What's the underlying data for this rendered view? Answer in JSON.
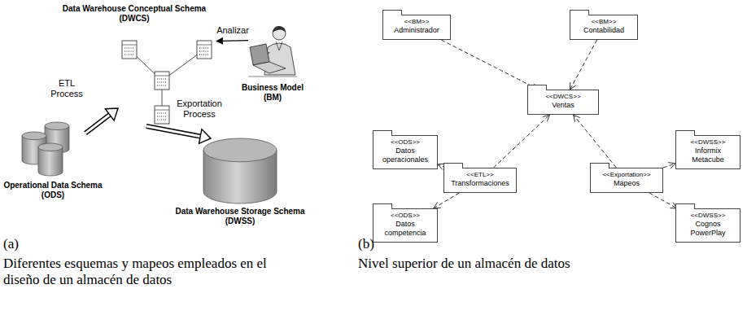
{
  "diagram": {
    "nodes": [
      {
        "text": [
          "Data Warehouse Conceptual Schema",
          "(DWCS)"
        ]
      },
      {
        "text": [
          "Business Model",
          "(BM)"
        ]
      },
      {
        "text": [
          "Operational Data Schema",
          "(ODS)"
        ]
      },
      {
        "text": [
          "Data Warehouse Storage Schema",
          "(DWSS)"
        ]
      },
      {
        "text": [
          "<<BM>>",
          "Administrador"
        ]
      },
      {
        "text": [
          "<<BM>>",
          "Contabilidad"
        ]
      },
      {
        "text": [
          "<<DWCS>>",
          "Ventas"
        ]
      },
      {
        "text": [
          "<<ODS>>",
          "Datos operacionales"
        ]
      },
      {
        "text": [
          "<<ETL>>",
          "Transformaciones"
        ]
      },
      {
        "text": [
          "<<ODS>>",
          "Datos competencia"
        ]
      },
      {
        "text": [
          "<<Exportation>>",
          "Mapeos"
        ]
      },
      {
        "text": [
          "<<DWSS>>",
          "Informix Metacube"
        ]
      },
      {
        "text": [
          "<<DWSS>>",
          "Cognos PowerPlay"
        ]
      }
    ],
    "edges": [
      {
        "from": 1,
        "to": 0,
        "arrow": "to",
        "label": "Analizar"
      },
      {
        "from": 2,
        "to": 0,
        "arrow": "to",
        "label": "ETL Process"
      },
      {
        "from": 0,
        "to": 3,
        "arrow": "to",
        "label": "Exportation Process"
      },
      {
        "from": 4,
        "to": 6,
        "arrow": "to"
      },
      {
        "from": 5,
        "to": 6,
        "arrow": "to"
      },
      {
        "from": 8,
        "to": 6,
        "arrow": "to"
      },
      {
        "from": 10,
        "to": 6,
        "arrow": "to"
      },
      {
        "from": 8,
        "to": 7,
        "arrow": "to"
      },
      {
        "from": 8,
        "to": 9,
        "arrow": "to"
      },
      {
        "from": 10,
        "to": 11,
        "arrow": "to"
      },
      {
        "from": 10,
        "to": 12,
        "arrow": "to"
      }
    ],
    "labels": [
      "(a)",
      "Diferentes esquemas y mapeos empleados en el diseño de un almacén de datos",
      "(b)",
      "Nivel superior de un almacén de datos"
    ]
  }
}
